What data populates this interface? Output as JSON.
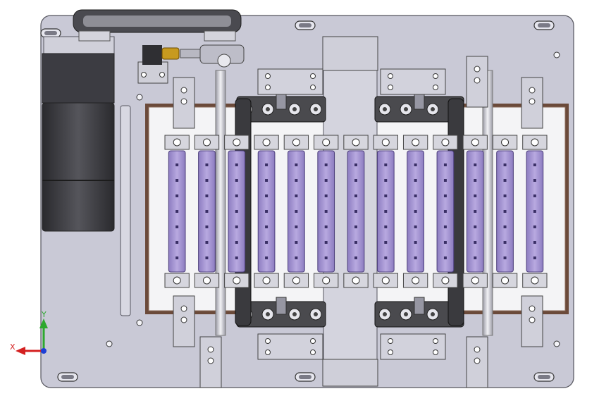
{
  "view": {
    "background": "#ffffff",
    "base_plate_color": "#c9c9d6",
    "slat_color": "#a797cf",
    "motor_color": "#3a3a3e",
    "frame_color": "#6b4a3a",
    "brass_color": "#c79a1f",
    "bearing_color": "#4a4a4e"
  },
  "triad": {
    "x_label": "X",
    "y_label": "Y",
    "x_color": "#d42020",
    "y_color": "#2da82d",
    "z_color": "#1e3fd6"
  },
  "assembly": {
    "slat_count": 13,
    "top_bearing_blocks": 2,
    "bottom_bearing_blocks": 2
  }
}
